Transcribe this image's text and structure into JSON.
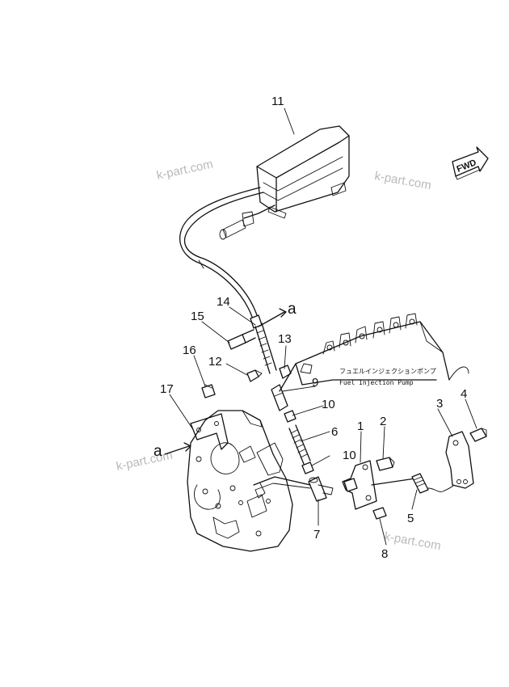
{
  "callouts": {
    "c1": "1",
    "c2": "2",
    "c3": "3",
    "c4": "4",
    "c5": "5",
    "c6": "6",
    "c7": "7",
    "c8": "8",
    "c9": "9",
    "c10a": "10",
    "c10b": "10",
    "c11": "11",
    "c12": "12",
    "c13": "13",
    "c14": "14",
    "c15": "15",
    "c16": "16",
    "c17": "17"
  },
  "view_refs": {
    "a_top": "a",
    "a_left": "a"
  },
  "pump_label": {
    "jp": "フュエルインジェクションポンプ",
    "en": "Fuel Injection Pump"
  },
  "direction_badge": "FWD",
  "watermarks": [
    "k-part.com",
    "k-part.com",
    "k-part.com",
    "k-part.com"
  ]
}
